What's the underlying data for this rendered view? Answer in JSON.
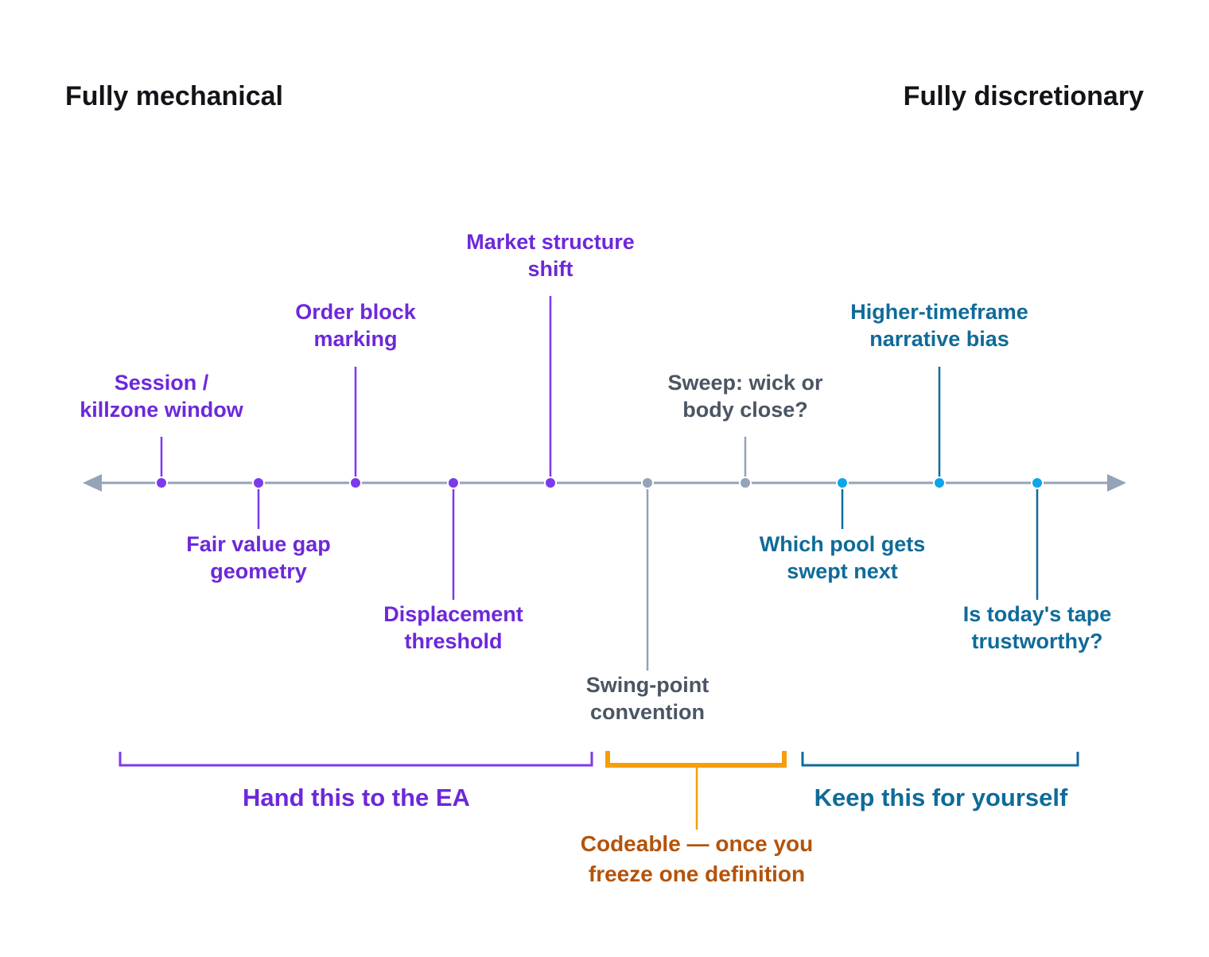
{
  "scale": {
    "left_label": "Fully mechanical",
    "right_label": "Fully discretionary"
  },
  "colors": {
    "axis": "#94a3b8",
    "mechanical": "#6d28d9",
    "mechanical_dot": "#7c3aed",
    "neutral_text": "#4b5563",
    "neutral_dot": "#94a3b8",
    "discretionary_text": "#0f6b99",
    "discretionary_dot": "#0ea5e9",
    "codeable_text": "#b45309",
    "codeable_bracket": "#f59e0b"
  },
  "items": [
    {
      "id": "session",
      "lines": [
        "Session /",
        "killzone window"
      ],
      "group": "mechanical"
    },
    {
      "id": "fvg",
      "lines": [
        "Fair value gap",
        "geometry"
      ],
      "group": "mechanical"
    },
    {
      "id": "order-block",
      "lines": [
        "Order block",
        "marking"
      ],
      "group": "mechanical"
    },
    {
      "id": "displacement",
      "lines": [
        "Displacement",
        "threshold"
      ],
      "group": "mechanical"
    },
    {
      "id": "mss",
      "lines": [
        "Market structure",
        "shift"
      ],
      "group": "mechanical"
    },
    {
      "id": "swing-point",
      "lines": [
        "Swing-point",
        "convention"
      ],
      "group": "neutral"
    },
    {
      "id": "sweep",
      "lines": [
        "Sweep: wick or",
        "body close?"
      ],
      "group": "neutral"
    },
    {
      "id": "which-pool",
      "lines": [
        "Which pool gets",
        "swept next"
      ],
      "group": "discretionary"
    },
    {
      "id": "htf-bias",
      "lines": [
        "Higher-timeframe",
        "narrative bias"
      ],
      "group": "discretionary"
    },
    {
      "id": "tape",
      "lines": [
        "Is today's tape",
        "trustworthy?"
      ],
      "group": "discretionary"
    }
  ],
  "groups": {
    "hand": {
      "label": "Hand this to the EA"
    },
    "codeable": {
      "lines": [
        "Codeable — once you",
        "freeze one definition"
      ]
    },
    "keep": {
      "label": "Keep this for yourself"
    }
  }
}
